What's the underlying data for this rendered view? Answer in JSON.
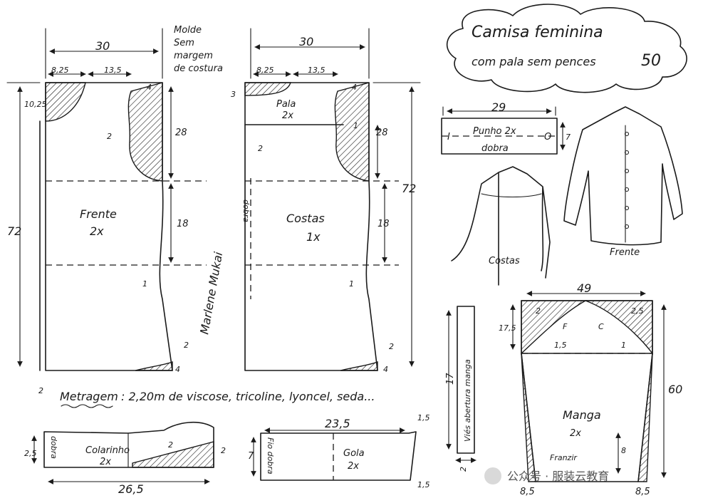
{
  "title": {
    "line1": "Camisa feminina",
    "line2": "com pala sem pences",
    "number": "50"
  },
  "note_molde": [
    "Molde",
    "Sem",
    "margem",
    "de costura"
  ],
  "front": {
    "label_top": "30",
    "label_neck": "8,25",
    "label_shoulder": "13,5",
    "label_neck_depth": "10,25",
    "label_shoulder_drop": "4",
    "label_armhole": "28",
    "label_side": "18",
    "label_height": "72",
    "label_bottom_left": "2",
    "label_bottom_right": "4",
    "label_curve": "2",
    "label_waist": "1",
    "label_hem": "2",
    "name": "Frente",
    "count": "2x"
  },
  "back": {
    "label_top": "30",
    "label_neck": "8,25",
    "label_shoulder": "13,5",
    "label_yoke_depth": "3",
    "label_shoulder_drop": "4",
    "label_armhole": "28",
    "label_side": "18",
    "label_height": "72",
    "label_bottom_right": "4",
    "label_yoke_left": "2",
    "label_yoke_curve": "1",
    "label_waist": "1",
    "label_hem": "2",
    "yoke_name": "Pala",
    "yoke_count": "2x",
    "name": "Costas",
    "count": "1x",
    "fold": "dobra"
  },
  "signature": "Marlene Mukai",
  "fabric_note": {
    "label": "Metragem",
    "text": ": 2,20m de viscose, tricoline, lyoncel, seda..."
  },
  "cuff": {
    "width": "29",
    "height": "7",
    "name": "Punho 2x",
    "fold": "dobra",
    "mark_left": "I",
    "mark_right": "O"
  },
  "sketch": {
    "back_label": "Costas",
    "front_label": "Frente"
  },
  "bias": {
    "text": "Viés abertura manga",
    "length": "17",
    "width": "2"
  },
  "sleeve": {
    "width": "49",
    "cap": "17,5",
    "length": "60",
    "left_mark": "2",
    "right_mark": "2,5",
    "left_under": "1,5",
    "right_under": "1",
    "f_mark": "F",
    "c_mark": "C",
    "name": "Manga",
    "count": "2x",
    "gather": "Franzir",
    "gather_len": "8",
    "hem_left": "8,5",
    "hem_right": "8,5"
  },
  "collar": {
    "width": "26,5",
    "height": "2,5",
    "fold": "dobra",
    "name": "Colarinho",
    "count": "2x",
    "mark": "2",
    "right": "2"
  },
  "stand": {
    "width": "23,5",
    "height": "7",
    "fold": "Fio dobra",
    "name": "Gola",
    "count": "2x",
    "top_right": "1,5",
    "bottom_right": "1,5"
  },
  "watermark": "公众号 · 服装云教育"
}
